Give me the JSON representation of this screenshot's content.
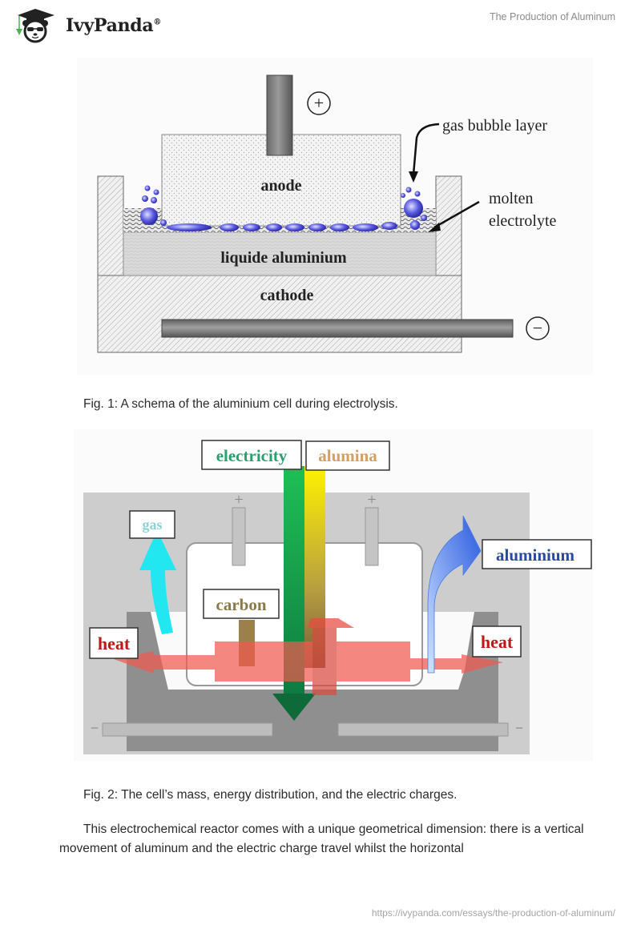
{
  "header": {
    "brand": "IvyPanda",
    "brand_mark": "®",
    "logo_icon": "panda-graduate-icon",
    "document_title": "The Production of Aluminum"
  },
  "figure1": {
    "labels": {
      "positive": "+",
      "gas_bubble_layer": "gas bubble layer",
      "anode": "anode",
      "molten": "molten",
      "electrolyte": "electrolyte",
      "liquid_aluminium": "liquide aluminium",
      "cathode": "cathode",
      "negative": "−"
    },
    "caption": "Fig. 1: A schema of the aluminium cell during electrolysis."
  },
  "figure2": {
    "labels": {
      "electricity": "electricity",
      "alumina": "alumina",
      "gas": "gas",
      "aluminium": "aluminium",
      "carbon": "carbon",
      "heat_left": "heat",
      "heat_right": "heat",
      "plus_left": "+",
      "plus_right": "+",
      "minus_left": "−",
      "minus_right": "−"
    },
    "colors": {
      "electricity": "#1a9a5a",
      "alumina": "#f2e600",
      "gas": "#22e6f0",
      "aluminium": "#2f5fd8",
      "heat": "#e8554a",
      "carbon": "#8a6a2a"
    },
    "caption": "Fig. 2: The cell’s mass, energy distribution, and the electric charges."
  },
  "body": {
    "paragraph": "This electrochemical reactor comes with a unique geometrical dimension: there is a vertical movement of aluminum and the electric charge travel whilst the horizontal"
  },
  "footer": {
    "url": "https://ivypanda.com/essays/the-production-of-aluminum/"
  }
}
